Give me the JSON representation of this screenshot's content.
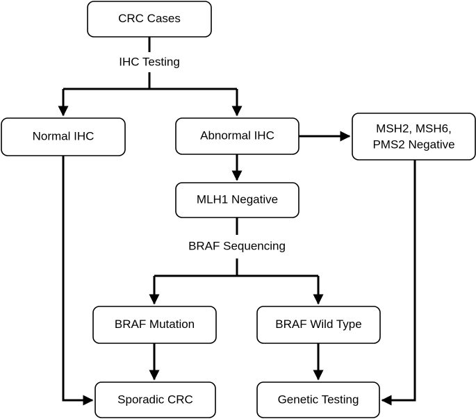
{
  "diagram": {
    "nodes": {
      "crc_cases": "CRC Cases",
      "normal_ihc": "Normal IHC",
      "abnormal_ihc": "Abnormal IHC",
      "msh_line1": "MSH2, MSH6,",
      "msh_line2": "PMS2 Negative",
      "mlh1_negative": "MLH1 Negative",
      "braf_mutation": "BRAF Mutation",
      "braf_wild_type": "BRAF Wild Type",
      "sporadic_crc": "Sporadic CRC",
      "genetic_testing": "Genetic Testing"
    },
    "labels": {
      "ihc_testing": "IHC Testing",
      "braf_sequencing": "BRAF Sequencing"
    }
  }
}
